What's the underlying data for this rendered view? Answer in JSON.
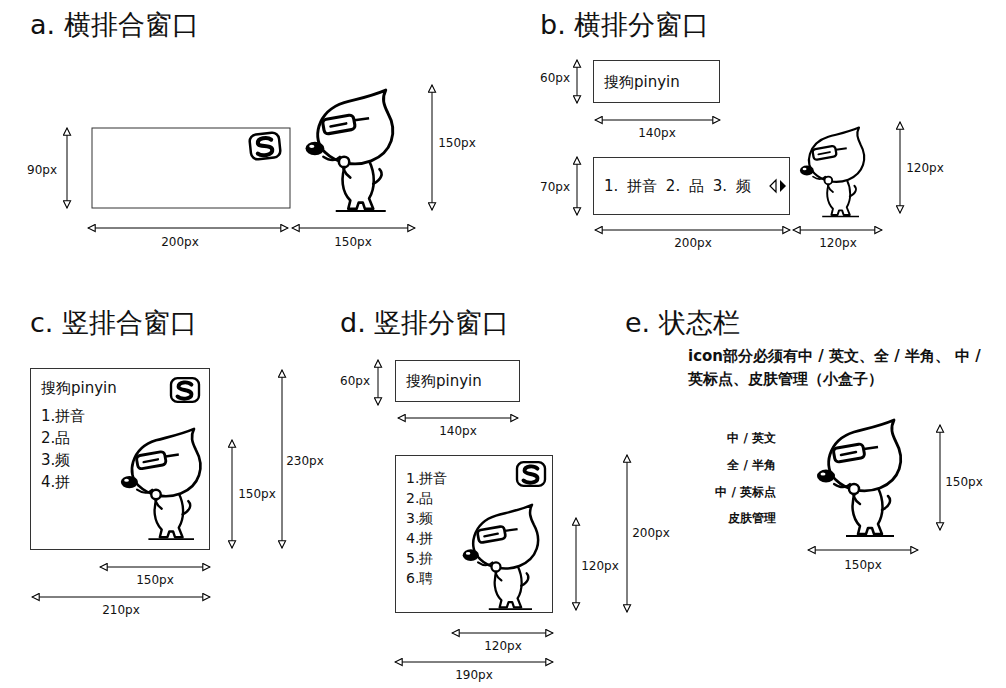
{
  "diagram": {
    "nodes": [
      {
        "text": [
          "搜狗pinyin"
        ]
      },
      {
        "text": [
          "1. 拼音 2. 品 3. 频"
        ]
      },
      {
        "text": [
          "搜狗pinyin",
          "1.拼音",
          "2.品",
          "3.频",
          "4.拼"
        ]
      },
      {
        "text": [
          "搜狗pinyin"
        ]
      },
      {
        "text": [
          "1.拼音",
          "2.品",
          "3.频",
          "4.拼",
          "5.拚",
          "6.聘"
        ]
      }
    ],
    "labels": [
      "a. 横排合窗口",
      "90px",
      "200px",
      "150px",
      "150px",
      "b. 横排分窗口",
      "60px",
      "140px",
      "70px",
      "200px",
      "120px",
      "120px",
      "c. 竖排合窗口",
      "150px",
      "230px",
      "150px",
      "210px",
      "d. 竖排分窗口",
      "60px",
      "140px",
      "200px",
      "120px",
      "120px",
      "190px",
      "e. 状态栏",
      "icon部分必须有中 / 英文、全 / 半角、 中 / 英标点、皮肤管理（小盒子）",
      "中 / 英文",
      "全 / 半角",
      "中 / 英标点",
      "皮肤管理",
      "150px",
      "150px"
    ]
  }
}
